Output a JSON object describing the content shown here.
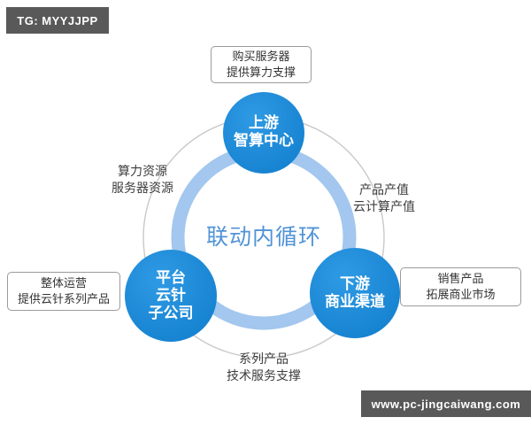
{
  "watermarks": {
    "top_left": "TG: MYYJJPP",
    "bottom_right": "www.pc-jingcaiwang.com"
  },
  "diagram": {
    "center_title": "联动内循环",
    "nodes": [
      {
        "id": "upstream-compute-center",
        "lines": [
          "上游",
          "智算中心"
        ]
      },
      {
        "id": "platform-yunzhen-subsidiary",
        "lines": [
          "平台",
          "云针",
          "子公司"
        ]
      },
      {
        "id": "downstream-business-channel",
        "lines": [
          "下游",
          "商业渠道"
        ]
      }
    ],
    "callouts": [
      {
        "id": "top",
        "lines": [
          "购买服务器",
          "提供算力支撑"
        ]
      },
      {
        "id": "left",
        "lines": [
          "整体运营",
          "提供云针系列产品"
        ]
      },
      {
        "id": "right",
        "lines": [
          "销售产品",
          "拓展商业市场"
        ]
      }
    ],
    "flow_labels": [
      {
        "id": "upper-left",
        "lines": [
          "算力资源",
          "服务器资源"
        ]
      },
      {
        "id": "upper-right",
        "lines": [
          "产品产值",
          "云计算产值"
        ]
      },
      {
        "id": "bottom",
        "lines": [
          "系列产品",
          "技术服务支撑"
        ]
      }
    ]
  },
  "colors": {
    "node_blue": "#1b8cdc",
    "node_blue_light": "#2f9ae4",
    "node_blue_dark": "#1380cf",
    "ring_blue": "#a3c7ee",
    "outline_gray": "#c9c9c9",
    "center_title_blue": "#5193d6",
    "watermark_bg": "#595959",
    "box_border": "#9b9b9b",
    "label_text": "#3d3d3d"
  }
}
